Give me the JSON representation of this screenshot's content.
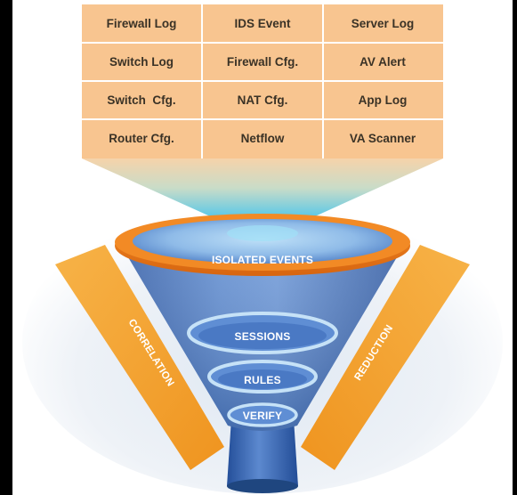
{
  "sources": {
    "rows": [
      [
        "Firewall Log",
        "IDS Event",
        "Server Log"
      ],
      [
        "Switch Log",
        "Firewall Cfg.",
        "AV Alert"
      ],
      [
        "Switch  Cfg.",
        "NAT Cfg.",
        "App Log"
      ],
      [
        "Router Cfg.",
        "Netflow",
        "VA Scanner"
      ]
    ]
  },
  "funnel": {
    "top_label": "ISOLATED EVENTS",
    "stages": [
      "SESSIONS",
      "RULES",
      "VERIFY"
    ]
  },
  "sides": {
    "left": "CORRELATION",
    "right": "REDUCTION"
  },
  "colors": {
    "table_bg": "#f8c590",
    "table_grid": "#ffffff",
    "cell_text": "#3a3226",
    "orange_accent": "#f5a033",
    "rim_orange": "#ee7e1e",
    "funnel_blue": "#3e67b3",
    "funnel_light": "#9ec9ee",
    "beam_top": "#f6d6b0",
    "beam_bottom": "#4dc7ef"
  }
}
